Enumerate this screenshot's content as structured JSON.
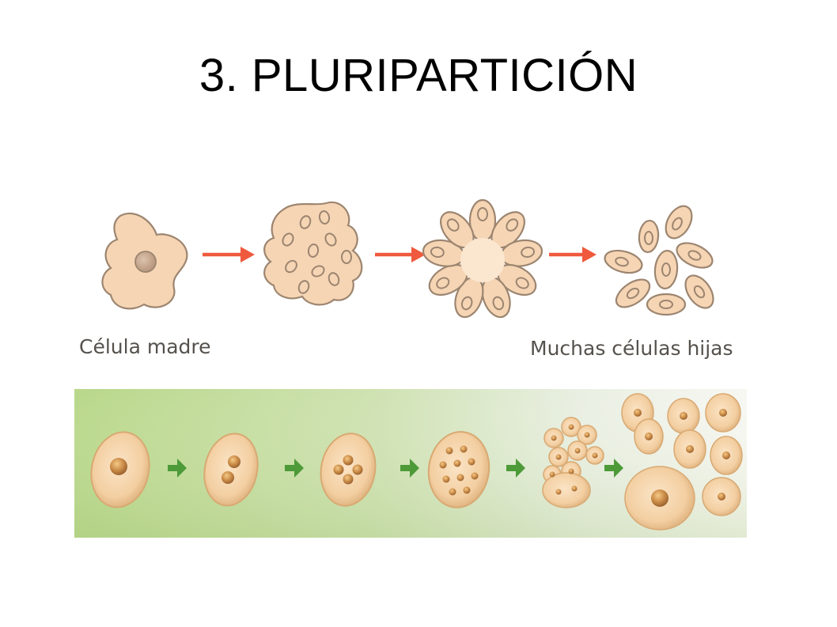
{
  "slide": {
    "title": "3. PLURIPARTICIÓN"
  },
  "top_diagram": {
    "label_mother": "Célula madre",
    "label_daughters": "Muchas células hijas"
  },
  "colors": {
    "cell_fill": "#f6d5b4",
    "cell_stroke": "#9c8570",
    "nucleus": "#c9a88e",
    "arrow_red": "#ef5a3e",
    "arrow_green": "#4d9a38",
    "strip_green": "#b9d88a"
  },
  "icons": {
    "stage_arrow": "right-arrow-icon"
  }
}
